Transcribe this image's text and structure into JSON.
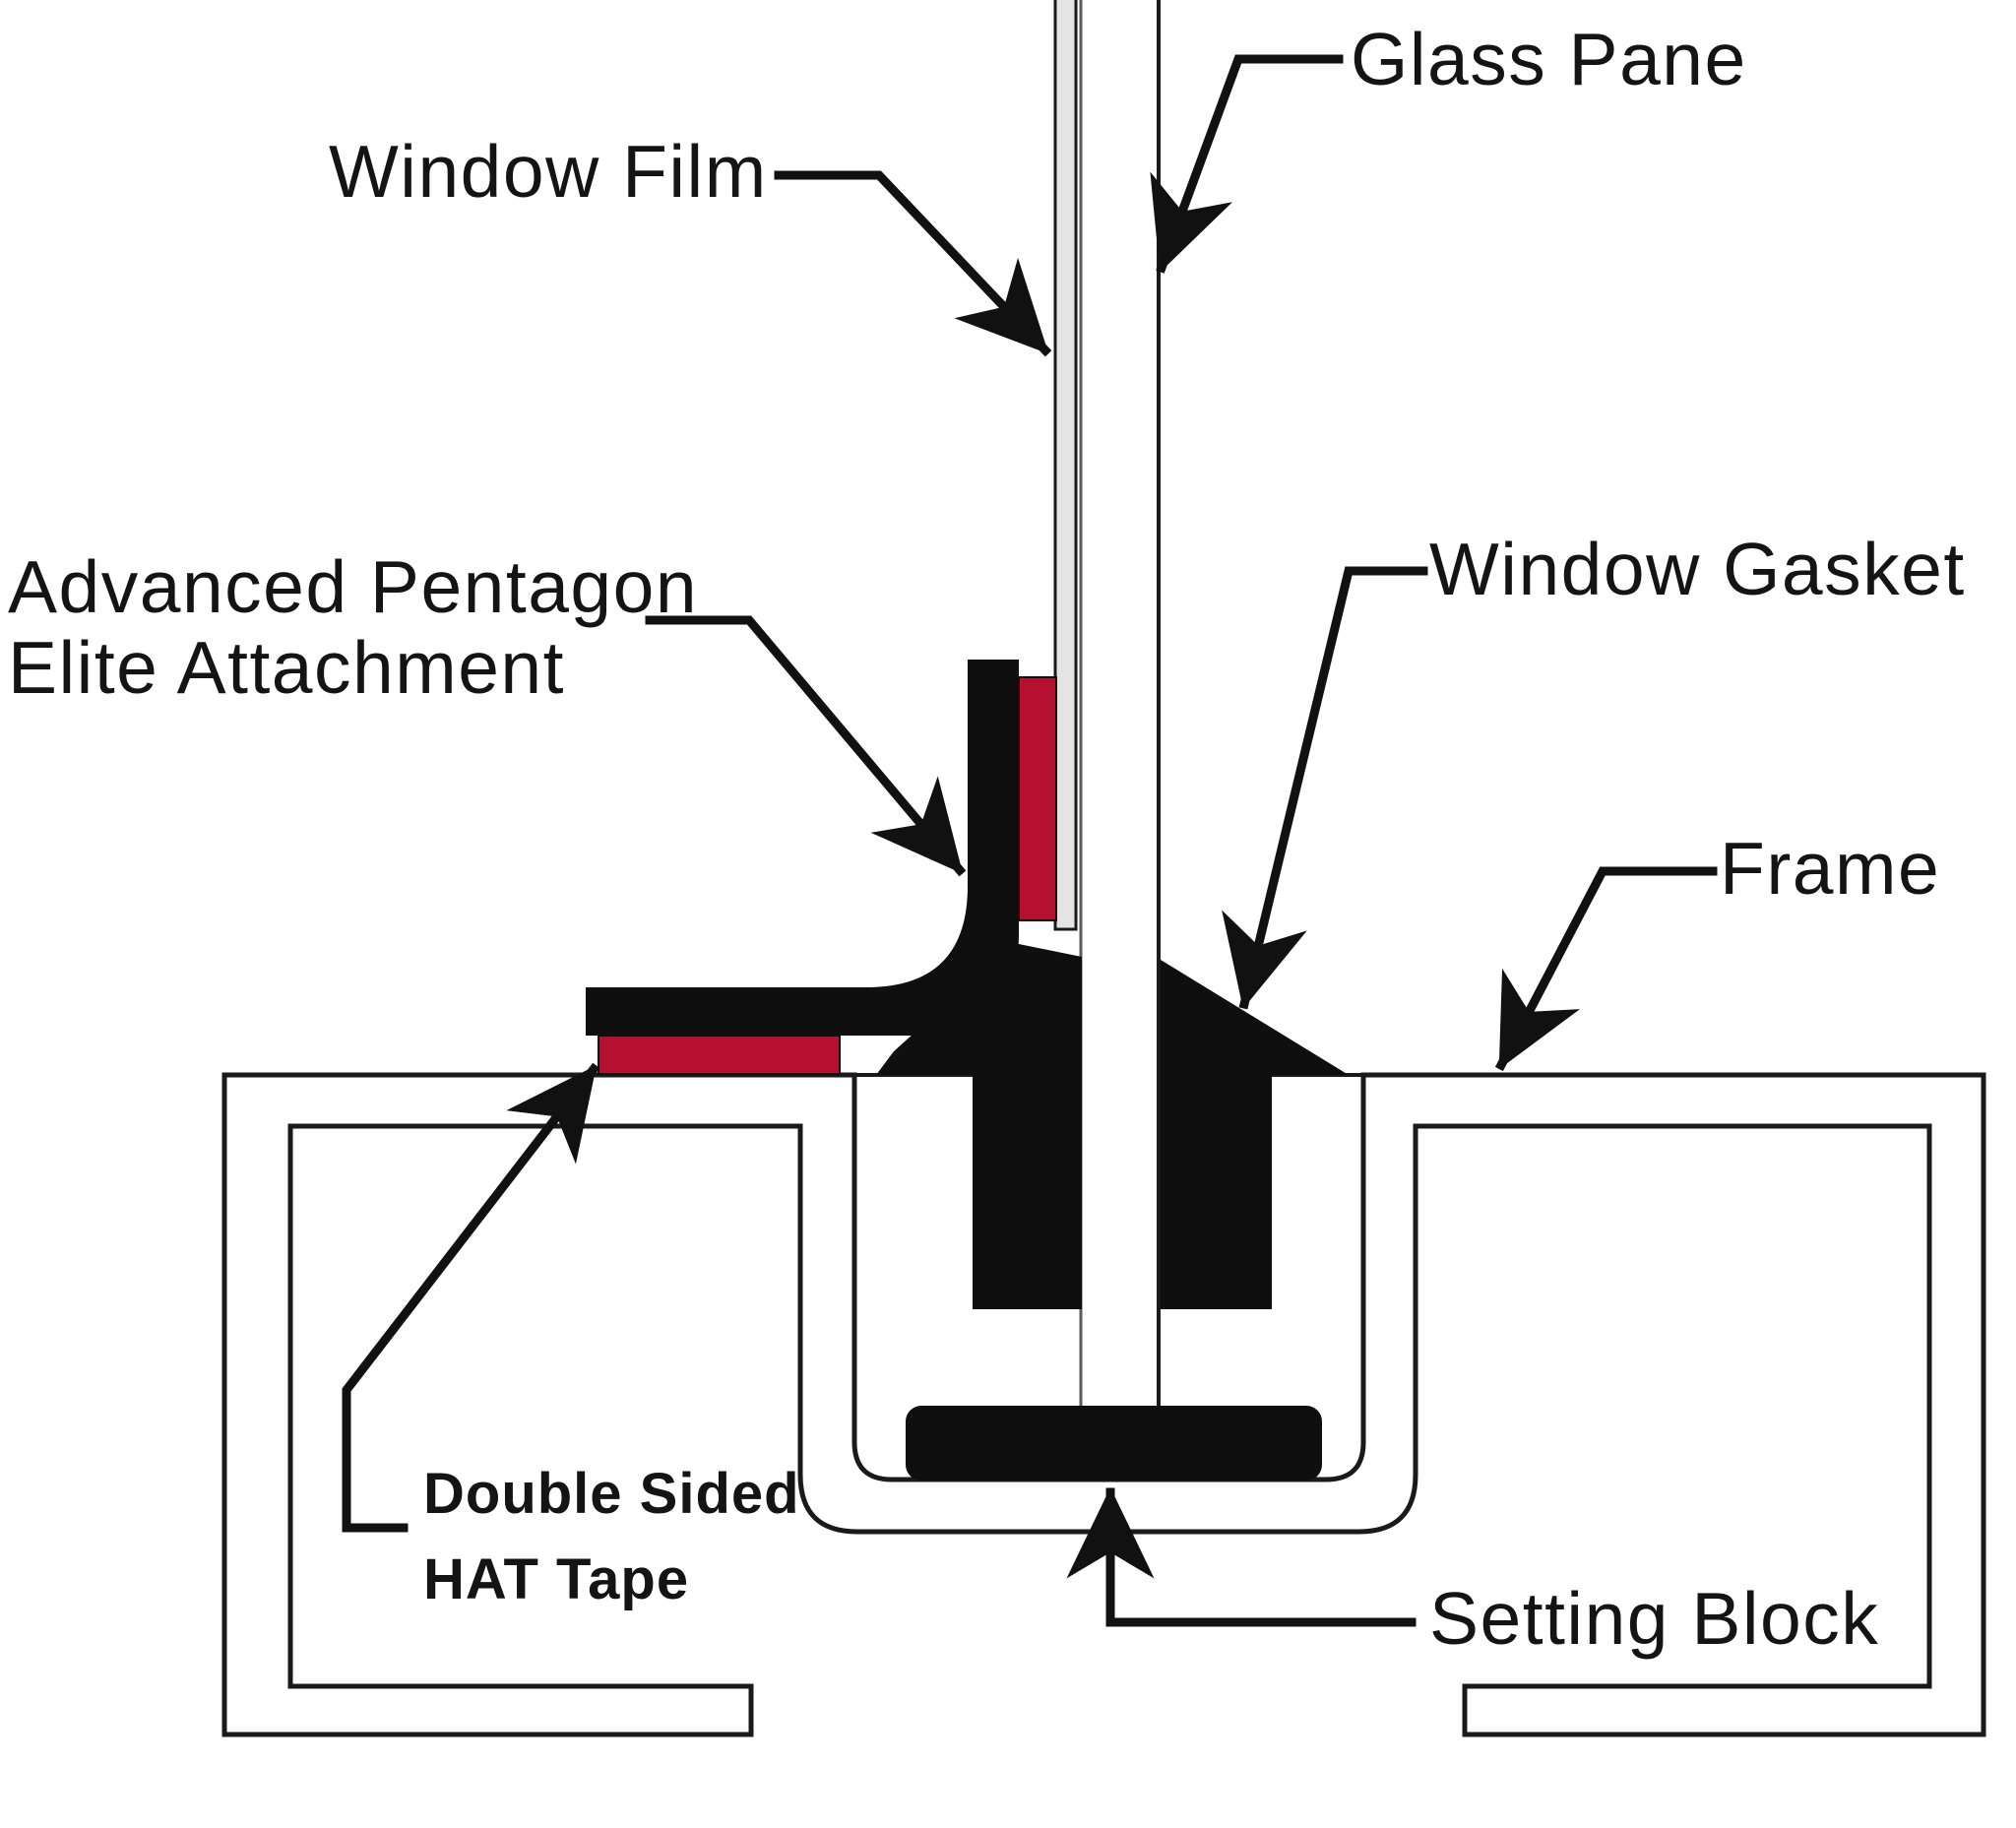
{
  "labels": {
    "glass_pane": "Glass Pane",
    "window_film": "Window Film",
    "attachment_line1": "Advanced Pentagon",
    "attachment_line2": "Elite Attachment",
    "window_gasket": "Window Gasket",
    "frame": "Frame",
    "hat_tape_line1": "Double Sided",
    "hat_tape_line2": "HAT Tape",
    "setting_block": "Setting Block"
  },
  "colors": {
    "tape_red": "#b5102f",
    "film_gray": "#e4e4e4",
    "line_black": "#1a1a1a",
    "background": "#ffffff"
  }
}
